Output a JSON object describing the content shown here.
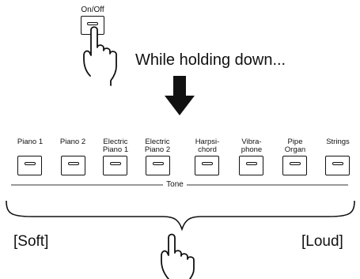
{
  "onoff": {
    "label": "On/Off"
  },
  "instruction": {
    "text": "While holding down..."
  },
  "tones": [
    {
      "line1": "",
      "line2": "Piano 1"
    },
    {
      "line1": "",
      "line2": "Piano 2"
    },
    {
      "line1": "Electric",
      "line2": "Piano 1"
    },
    {
      "line1": "Electric",
      "line2": "Piano 2"
    },
    {
      "line1": "Harpsi-",
      "line2": "chord"
    },
    {
      "line1": "Vibra-",
      "line2": "phone"
    },
    {
      "line1": "Pipe",
      "line2": "Organ"
    },
    {
      "line1": "",
      "line2": "Strings"
    }
  ],
  "tone_group": {
    "label": "Tone"
  },
  "range": {
    "left_label": "[Soft]",
    "right_label": "[Loud]"
  },
  "icons": {
    "hand": "pointing-hand-icon",
    "arrow": "down-arrow-icon"
  }
}
